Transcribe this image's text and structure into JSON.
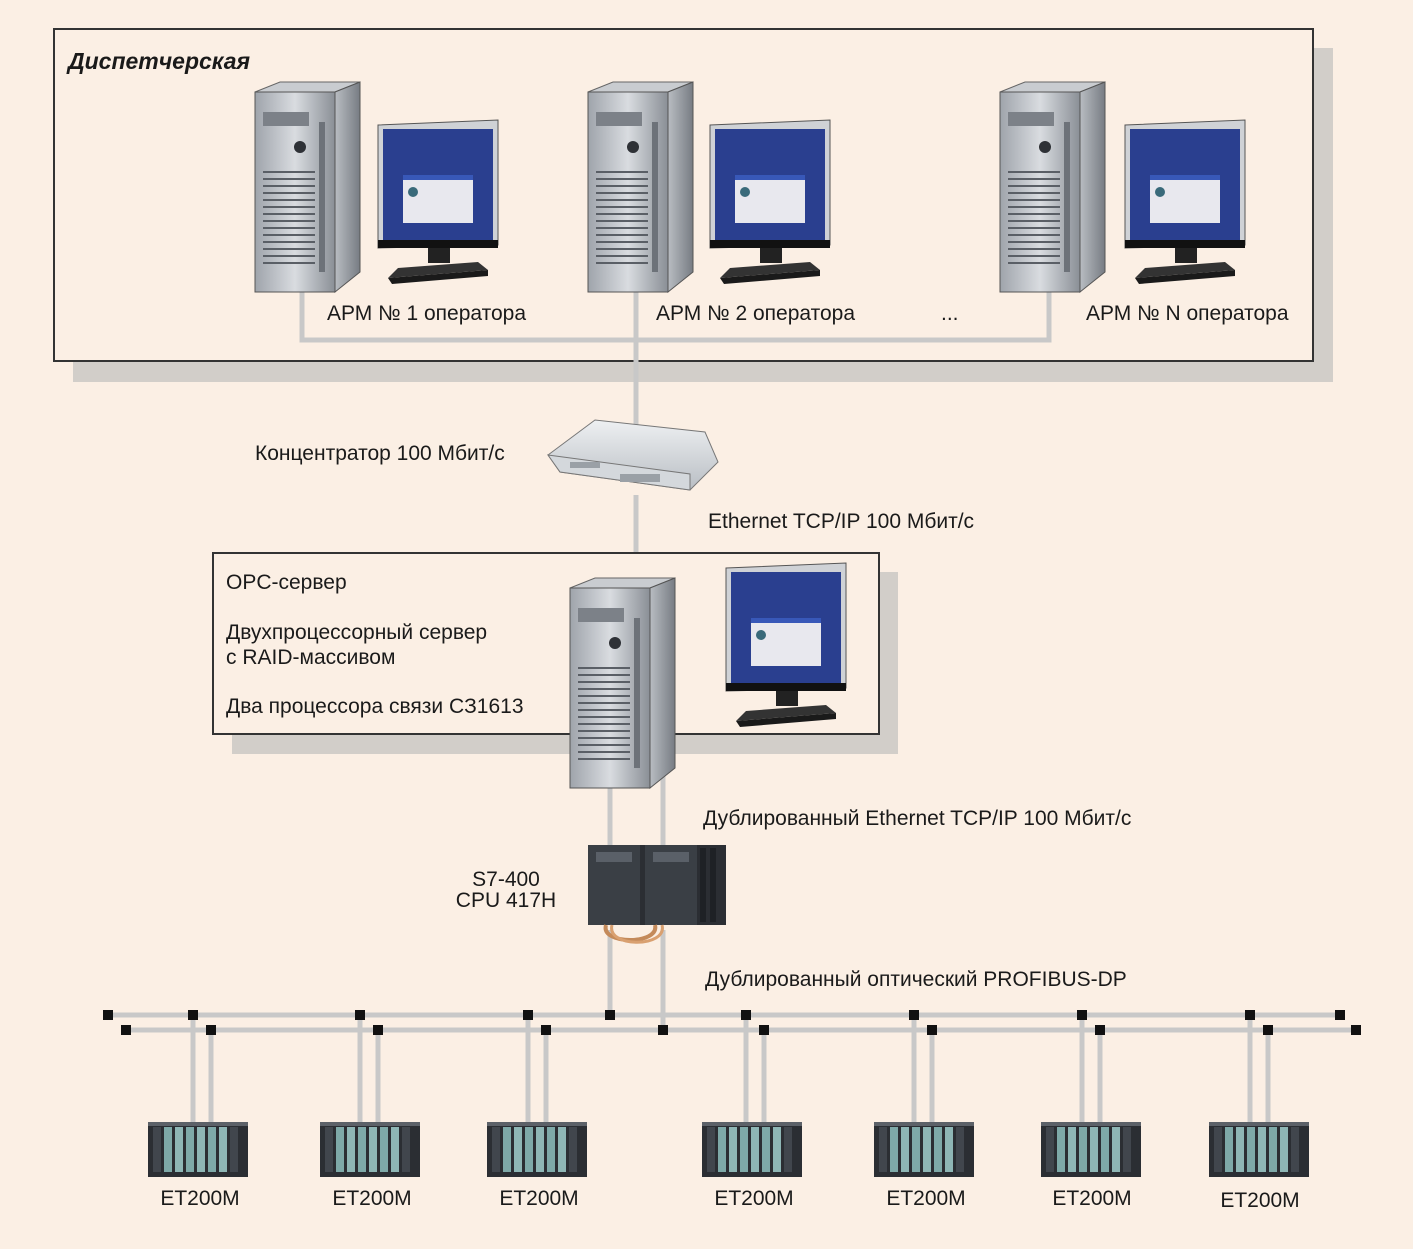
{
  "control_room": {
    "title": "Диспетчерская",
    "workstations": [
      {
        "label": "АРМ № 1 оператора"
      },
      {
        "label": "АРМ № 2 оператора"
      },
      {
        "label": "АРМ № N оператора"
      }
    ],
    "ellipsis": "..."
  },
  "hub": {
    "label": "Концентратор 100 Мбит/с"
  },
  "ethernet": {
    "label": "Ethernet TCP/IP 100 Мбит/с"
  },
  "opc_server": {
    "line1": "OPC-сервер",
    "line2": "Двухпроцессорный сервер",
    "line3": "с RAID-массивом",
    "line4": "Два процессора связи CЗ1613"
  },
  "redundant_ethernet": {
    "label": "Дублированный Ethernet TCP/IP 100 Мбит/с"
  },
  "plc": {
    "line1": "S7-400",
    "line2": "CPU 417H"
  },
  "profibus": {
    "label": "Дублированный оптический PROFIBUS-DP"
  },
  "io_stations": [
    {
      "label": "ET200M"
    },
    {
      "label": "ET200M"
    },
    {
      "label": "ET200M"
    },
    {
      "label": "ET200M"
    },
    {
      "label": "ET200M"
    },
    {
      "label": "ET200M"
    },
    {
      "label": "ET200M"
    }
  ],
  "colors": {
    "background": "#fbefe4",
    "line": "#c8c8c8",
    "border": "#333333",
    "shadow": "#d2cec9",
    "screen": "#2a3f8f"
  }
}
